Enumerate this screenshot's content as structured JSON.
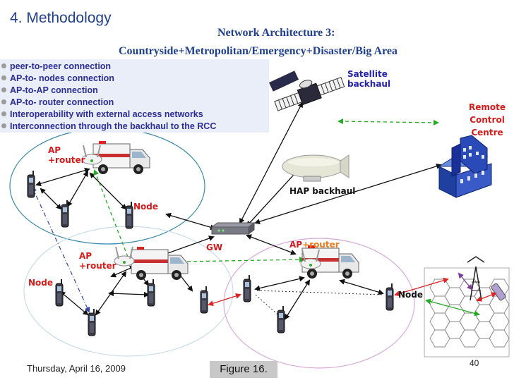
{
  "slide": {
    "title": "4. Methodology",
    "arch_title_line1": "Network Architecture 3:",
    "arch_title_line2": "Countryside+Metropolitan/Emergency+Disaster/Big Area",
    "date": "Thursday, April 16, 2009",
    "figure_caption": "Figure 16.",
    "page_number": "40"
  },
  "bullets": [
    "peer-to-peer connection",
    "AP-to- nodes connection",
    "AP-to-AP connection",
    "AP-to- router connection",
    "Interoperability with external access networks",
    "Interconnection through the backhaul to the RCC"
  ],
  "labels": {
    "ap_top_line1": "AP",
    "ap_top_line2": "+router",
    "node_top": "Node",
    "gw": "GW",
    "ap_left_line1": "AP",
    "ap_left_line2": "+router",
    "node_left": "Node",
    "ap_right_prefix": "AP",
    "ap_right_suffix": "+router",
    "node_right": "Node",
    "hap": "HAP backhaul",
    "sat_line1": "Satellite",
    "sat_line2": "backhaul",
    "rcc_line1": "Remote",
    "rcc_line2": "Control",
    "rcc_line3": "Centre"
  },
  "colors": {
    "title_blue": "#1f3f8f",
    "bullet_text": "#2d2d9a",
    "label_red": "#d41b1b",
    "label_blue": "#2222aa",
    "link_black": "#111111",
    "link_green_dashed": "#22aa22",
    "link_blue_dashdot": "#3344aa",
    "link_red": "#dd2222",
    "link_purple": "#7a3a9a"
  }
}
